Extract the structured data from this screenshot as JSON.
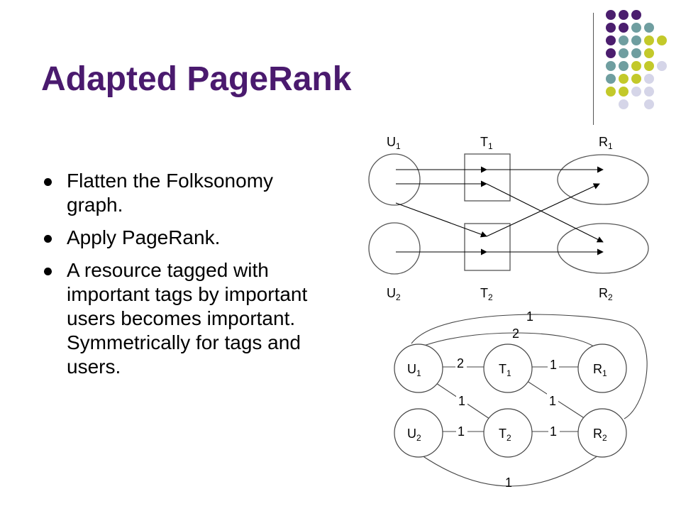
{
  "slide": {
    "title": "Adapted PageRank",
    "bullets": [
      "Flatten the Folksonomy graph.",
      "Apply PageRank.",
      "A resource tagged with important tags by important users becomes important. Symmetrically for tags and users."
    ]
  },
  "decor": {
    "colors": {
      "purple": "#4b1e6e",
      "teal": "#6f9ea0",
      "olive": "#c3c92a",
      "lavender": "#d5d5e8"
    }
  },
  "top_diagram": {
    "labels": {
      "U1": {
        "base": "U",
        "sub": "1"
      },
      "T1": {
        "base": "T",
        "sub": "1"
      },
      "R1": {
        "base": "R",
        "sub": "1"
      },
      "U2": {
        "base": "U",
        "sub": "2"
      },
      "T2": {
        "base": "T",
        "sub": "2"
      },
      "R2": {
        "base": "R",
        "sub": "2"
      }
    }
  },
  "bottom_graph": {
    "nodes": {
      "U1": {
        "base": "U",
        "sub": "1"
      },
      "T1": {
        "base": "T",
        "sub": "1"
      },
      "R1": {
        "base": "R",
        "sub": "1"
      },
      "U2": {
        "base": "U",
        "sub": "2"
      },
      "T2": {
        "base": "T",
        "sub": "2"
      },
      "R2": {
        "base": "R",
        "sub": "2"
      }
    },
    "edge_weights": {
      "u1_r2_outer": "1",
      "u1_r1_arc": "2",
      "u1_t1": "2",
      "t1_r1": "1",
      "u1_t2": "1",
      "t1_r2": "1",
      "u2_t2": "1",
      "t2_r2": "1",
      "u2_r2_bottom": "1"
    }
  }
}
